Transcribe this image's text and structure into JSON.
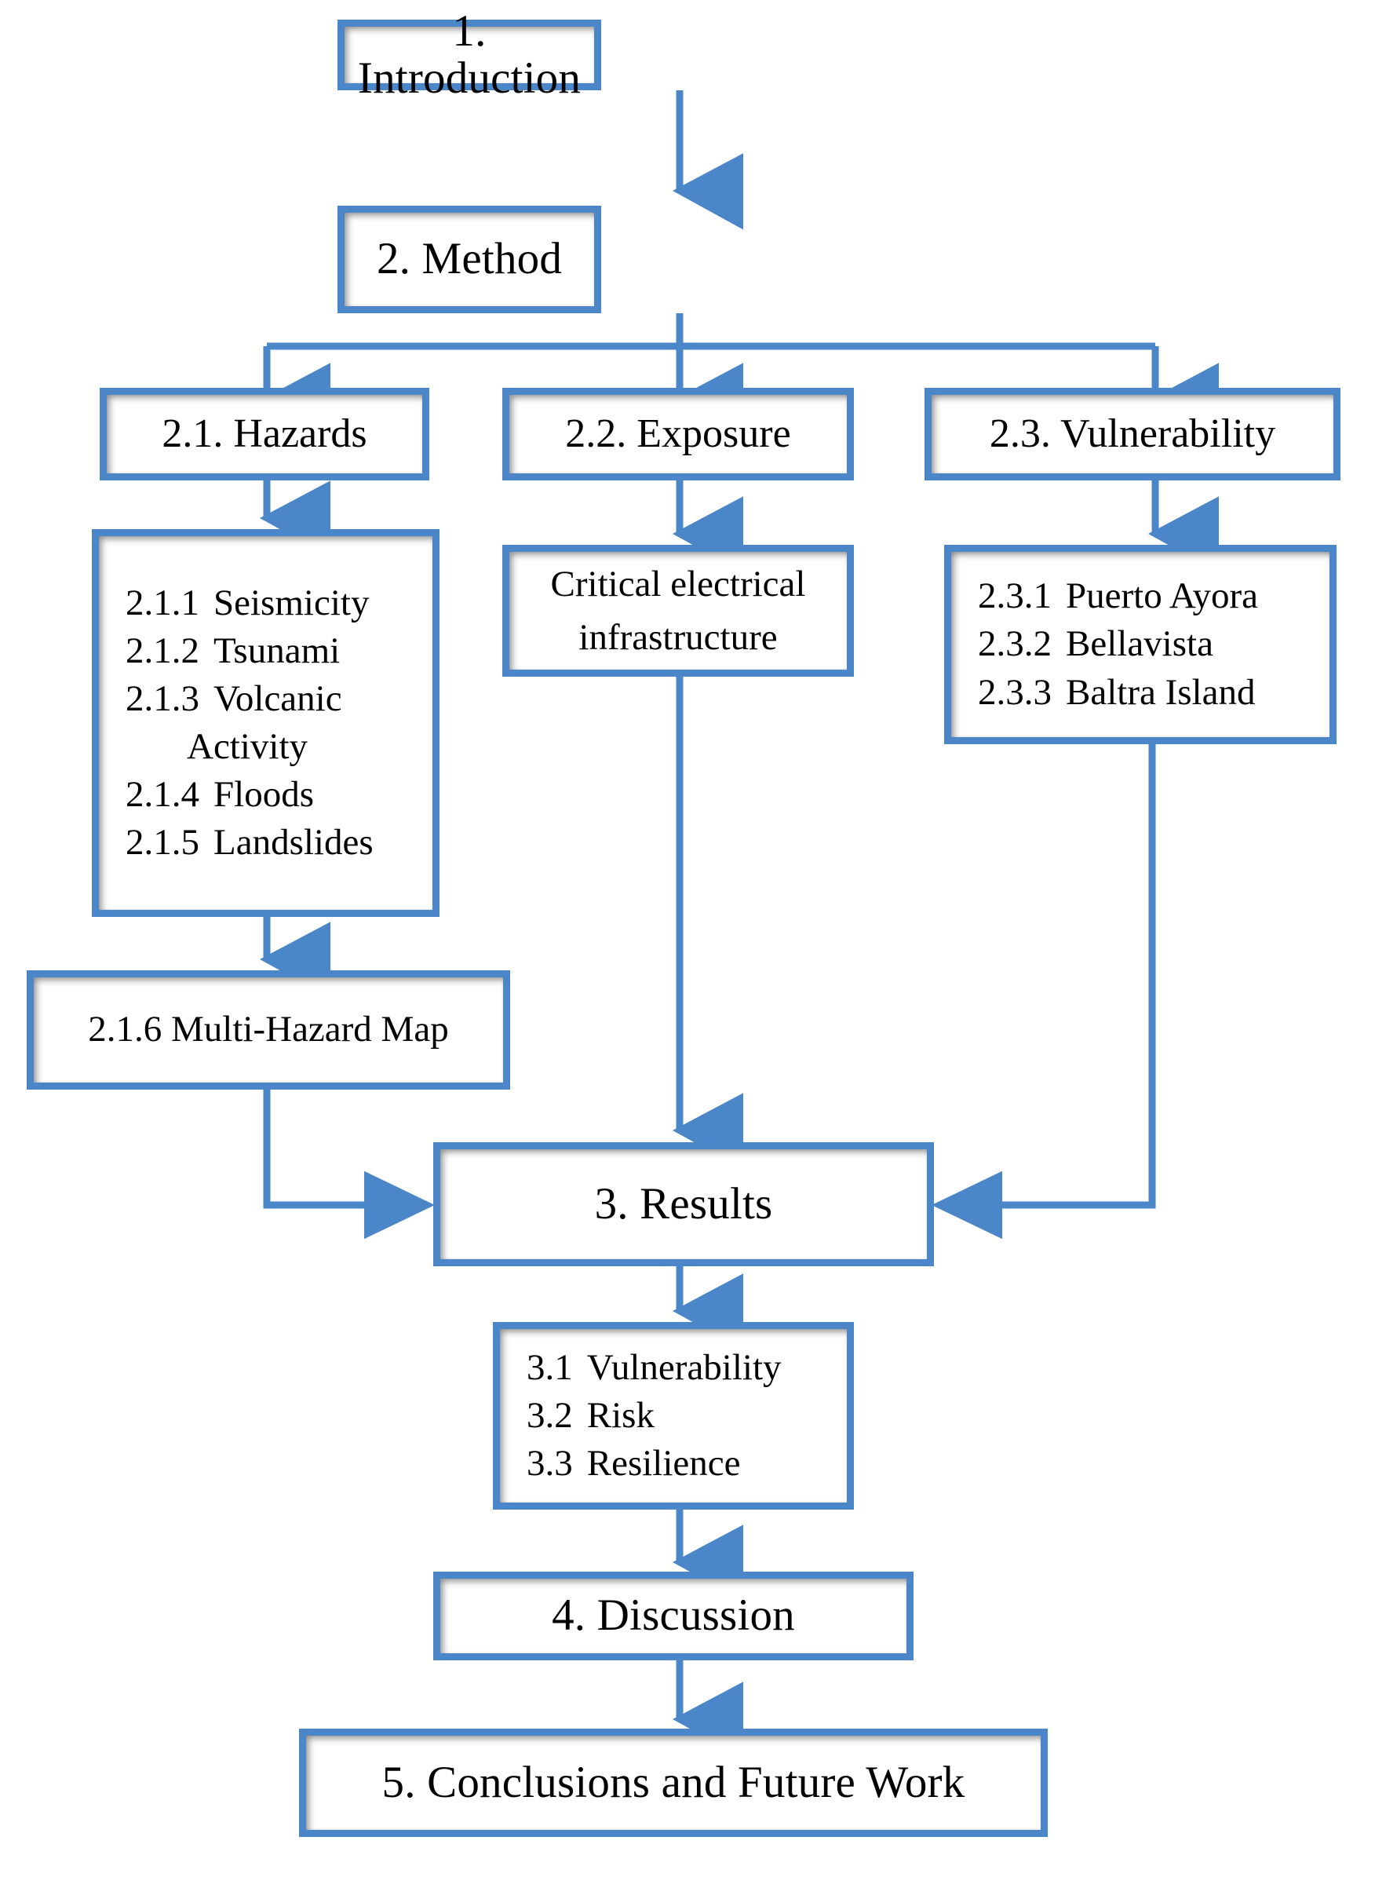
{
  "diagram": {
    "title": "Research methodology flowchart",
    "accent_color": "#4A86C8",
    "box_fill": "#FFFFFF",
    "text_color": "#000000",
    "background": "#FFFFFF"
  },
  "nodes": {
    "introduction": {
      "label": "1.  Introduction"
    },
    "method": {
      "label": "2.  Method"
    },
    "hazards": {
      "label": "2.1. Hazards"
    },
    "exposure": {
      "label": "2.2. Exposure"
    },
    "vulnerability": {
      "label": "2.3.  Vulnerability"
    },
    "hazard_items": {
      "items": [
        {
          "num": "2.1.1",
          "text": "Seismicity",
          "continuation": false
        },
        {
          "num": "2.1.2",
          "text": "Tsunami",
          "continuation": false
        },
        {
          "num": "2.1.3",
          "text": "Volcanic",
          "continuation": false
        },
        {
          "num": "",
          "text": "Activity",
          "continuation": true
        },
        {
          "num": "2.1.4",
          "text": "Floods",
          "continuation": false
        },
        {
          "num": "2.1.5",
          "text": "Landslides",
          "continuation": false
        }
      ]
    },
    "exposure_detail": {
      "line1": "Critical electrical",
      "line2": "infrastructure"
    },
    "vulnerability_items": {
      "items": [
        {
          "num": "2.3.1",
          "text": "Puerto Ayora"
        },
        {
          "num": "2.3.2",
          "text": "Bellavista"
        },
        {
          "num": "2.3.3",
          "text": "Baltra Island"
        }
      ]
    },
    "multi_hazard_map": {
      "label": "2.1.6 Multi-Hazard Map"
    },
    "results": {
      "label": "3.    Results"
    },
    "results_items": {
      "items": [
        {
          "num": "3.1",
          "text": "Vulnerability"
        },
        {
          "num": "3.2",
          "text": "Risk"
        },
        {
          "num": "3.3",
          "text": "Resilience"
        }
      ]
    },
    "discussion": {
      "label": "4.  Discussion"
    },
    "conclusions": {
      "label": "5.  Conclusions and Future Work"
    }
  },
  "chart_data": {
    "type": "flowchart",
    "title": "Research methodology flowchart",
    "orientation": "top-to-bottom",
    "nodes": [
      {
        "id": "introduction",
        "label": "1.  Introduction"
      },
      {
        "id": "method",
        "label": "2.  Method"
      },
      {
        "id": "hazards",
        "label": "2.1. Hazards"
      },
      {
        "id": "exposure",
        "label": "2.2. Exposure"
      },
      {
        "id": "vulnerability",
        "label": "2.3.  Vulnerability"
      },
      {
        "id": "hazard_items",
        "label": "2.1.1 Seismicity / 2.1.2 Tsunami / 2.1.3 Volcanic Activity / 2.1.4 Floods / 2.1.5 Landslides"
      },
      {
        "id": "exposure_detail",
        "label": "Critical electrical infrastructure"
      },
      {
        "id": "vulnerability_items",
        "label": "2.3.1 Puerto Ayora / 2.3.2 Bellavista / 2.3.3 Baltra Island"
      },
      {
        "id": "multi_hazard_map",
        "label": "2.1.6 Multi-Hazard Map"
      },
      {
        "id": "results",
        "label": "3.    Results"
      },
      {
        "id": "results_items",
        "label": "3.1 Vulnerability / 3.2 Risk / 3.3 Resilience"
      },
      {
        "id": "discussion",
        "label": "4.  Discussion"
      },
      {
        "id": "conclusions",
        "label": "5.  Conclusions and Future Work"
      }
    ],
    "edges": [
      {
        "from": "introduction",
        "to": "method"
      },
      {
        "from": "method",
        "to": "hazards"
      },
      {
        "from": "method",
        "to": "exposure"
      },
      {
        "from": "method",
        "to": "vulnerability"
      },
      {
        "from": "hazards",
        "to": "hazard_items"
      },
      {
        "from": "exposure",
        "to": "exposure_detail"
      },
      {
        "from": "vulnerability",
        "to": "vulnerability_items"
      },
      {
        "from": "hazard_items",
        "to": "multi_hazard_map"
      },
      {
        "from": "multi_hazard_map",
        "to": "results"
      },
      {
        "from": "exposure_detail",
        "to": "results"
      },
      {
        "from": "vulnerability_items",
        "to": "results"
      },
      {
        "from": "results",
        "to": "results_items"
      },
      {
        "from": "results_items",
        "to": "discussion"
      },
      {
        "from": "discussion",
        "to": "conclusions"
      }
    ]
  }
}
